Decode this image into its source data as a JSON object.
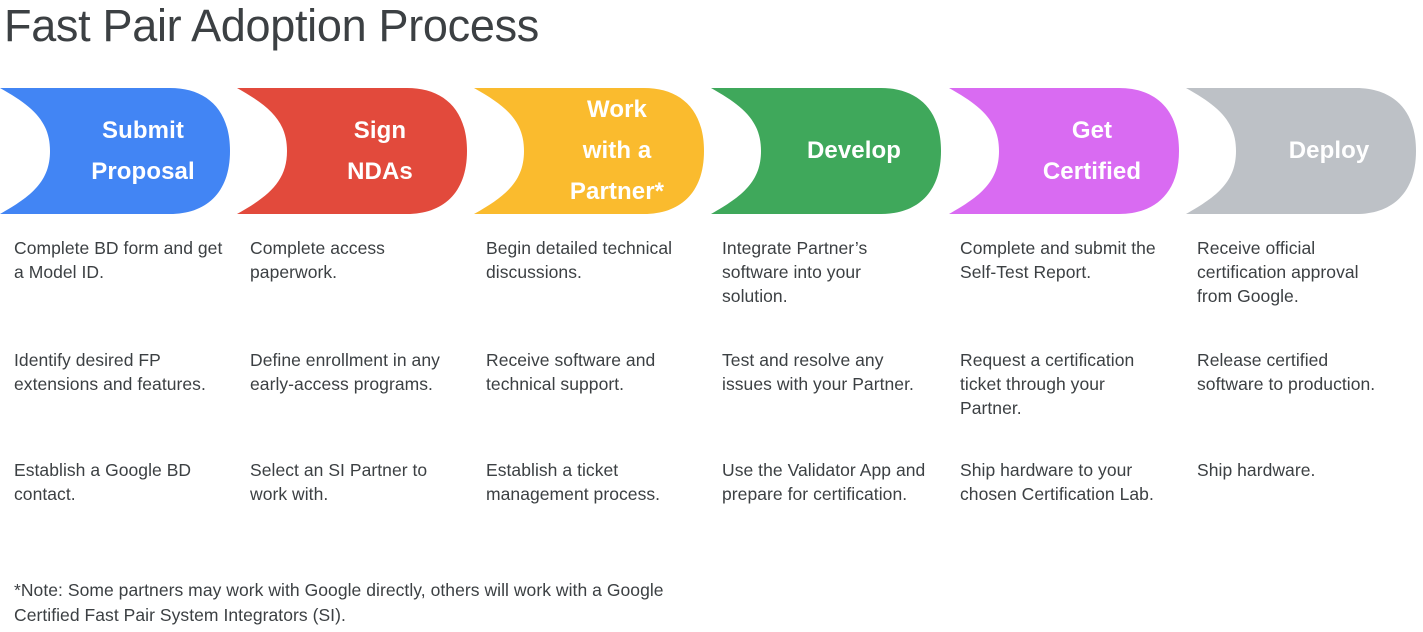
{
  "title": "Fast Pair Adoption Process",
  "colors": {
    "text": "#3c4043",
    "step_blue": "#4285f4",
    "step_red": "#e24a3c",
    "step_yellow": "#fabb2e",
    "step_green": "#3fa85b",
    "step_magenta": "#d96bf2",
    "step_gray": "#bdc1c6"
  },
  "steps": [
    {
      "label": "Submit Proposal",
      "lines": [
        "Submit",
        "Proposal"
      ],
      "color": "#4285f4"
    },
    {
      "label": "Sign NDAs",
      "lines": [
        "Sign",
        "NDAs"
      ],
      "color": "#e24a3c"
    },
    {
      "label": "Work with a Partner*",
      "lines": [
        "Work",
        "with a",
        "Partner*"
      ],
      "color": "#fabb2e"
    },
    {
      "label": "Develop",
      "lines": [
        "Develop"
      ],
      "color": "#3fa85b"
    },
    {
      "label": "Get Certified",
      "lines": [
        "Get",
        "Certified"
      ],
      "color": "#d96bf2"
    },
    {
      "label": "Deploy",
      "lines": [
        "Deploy"
      ],
      "color": "#bdc1c6"
    }
  ],
  "rows": [
    [
      "Complete BD form and get a Model ID.",
      "Complete access paperwork.",
      "Begin detailed technical discussions.",
      "Integrate Partner’s software into your solution.",
      "Complete and submit the Self-Test Report.",
      "Receive official certification approval from Google."
    ],
    [
      "Identify desired FP extensions and features.",
      "Define enrollment in any early-access programs.",
      "Receive software and technical support.",
      "Test and resolve any issues with your Partner.",
      "Request a certification ticket through your Partner.",
      "Release certified software to production."
    ],
    [
      "Establish a Google BD contact.",
      "Select an SI Partner to work with.",
      "Establish a ticket management process.",
      "Use the Validator App and prepare for certification.",
      "Ship hardware to your chosen Certification Lab.",
      "Ship hardware."
    ]
  ],
  "footnote": "*Note: Some partners may work with Google directly, others will work with a Google Certified Fast Pair System Integrators (SI)."
}
